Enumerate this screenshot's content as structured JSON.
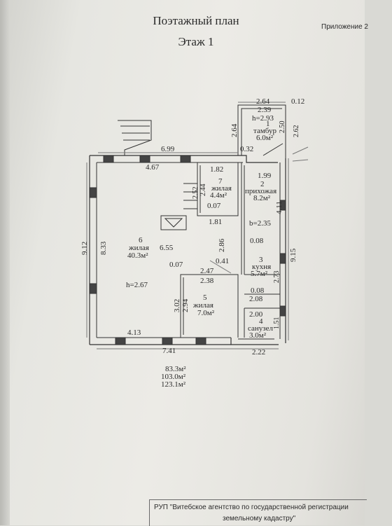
{
  "header": {
    "title": "Поэтажный план",
    "floor": "Этаж 1",
    "appendix": "Приложение 2"
  },
  "plan": {
    "dimensions": {
      "top_outer": "6.99",
      "top_inner": "4.67",
      "left_outer": "9.12",
      "left_inner": "8.33",
      "bottom_inner": "4.13",
      "bottom_outer": "7.41",
      "bottom_right": "2.22",
      "vest_w1": "2.64",
      "vest_w2": "2.39",
      "vest_h": "h=2.93",
      "vest_left": "2.64",
      "vest_mid": "2.50",
      "vest_right": "2.62",
      "vest_gap": "0.12",
      "vest_wall": "0.32",
      "hall_w": "1.99",
      "hall_h": "4.11",
      "r7_top": "1.82",
      "r7_a": "2.52",
      "r7_b": "2.44",
      "r7_wall": "0.07",
      "r7_bot": "1.81",
      "r6_mid": "6.55",
      "r6_wall": "0.07",
      "r6_h": "h=2.67",
      "r6_diag": "2.86",
      "r6_gap": "0.41",
      "r5_top1": "2.47",
      "r5_top2": "2.38",
      "r5_left1": "3.02",
      "r5_left2": "2.94",
      "kitchen_h": "b=2.35",
      "kitchen_wall": "0.08",
      "kitchen_v": "2.73",
      "right_outer": "9.15",
      "bath_wall": "0.08",
      "bath_w1": "2.08",
      "bath_w2": "2.00",
      "bath_h": "1.51"
    },
    "rooms": [
      {
        "num": "1",
        "name": "тамбур",
        "area": "6.0м²"
      },
      {
        "num": "2",
        "name": "прихожая",
        "area": "8.2м²"
      },
      {
        "num": "3",
        "name": "кухня",
        "area": "5.7м²"
      },
      {
        "num": "4",
        "name": "санузел",
        "area": "3.0м²"
      },
      {
        "num": "5",
        "name": "жилая",
        "area": "7.0м²"
      },
      {
        "num": "6",
        "name": "жилая",
        "area": "40.3м²"
      },
      {
        "num": "7",
        "name": "жилая",
        "area": "4.4м²"
      }
    ]
  },
  "totals": [
    "83.3м²",
    "103.0м²",
    "123.1м²"
  ],
  "stamp": {
    "line1": "РУП \"Витебское агентство по государственной регистрации",
    "line2": "земельному кадастру\""
  }
}
